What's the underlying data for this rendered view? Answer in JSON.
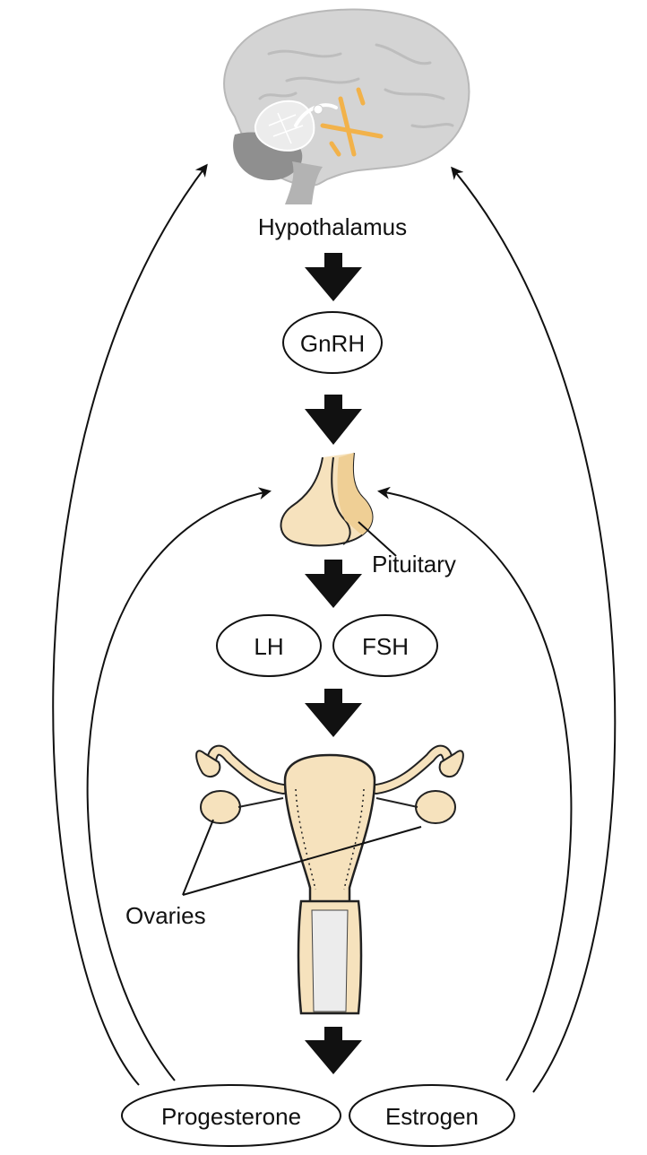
{
  "labels": {
    "hypothalamus": "Hypothalamus",
    "gnrh": "GnRH",
    "pituitary": "Pituitary",
    "lh": "LH",
    "fsh": "FSH",
    "ovaries": "Ovaries",
    "progesterone": "Progesterone",
    "estrogen": "Estrogen"
  },
  "colors": {
    "brain": "#d4d4d4",
    "cerebellum": "#8f8f8f",
    "hypothalamus_highlight": "#f2b24a",
    "pituitary": "#f6e2bd",
    "uterus": "#f6e2bd",
    "lines": "#111111"
  }
}
